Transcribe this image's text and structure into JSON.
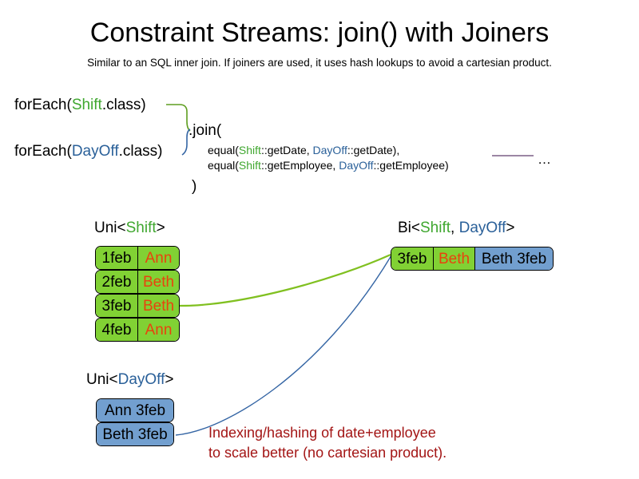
{
  "slide": {
    "title": "Constraint Streams: join() with Joiners",
    "subtitle": "Similar to an SQL inner join. If joiners are used, it uses hash lookups to avoid a cartesian product."
  },
  "code": {
    "foreach_shift": {
      "prefix": "forEach(",
      "type": "Shift",
      "suffix": ".class)"
    },
    "foreach_dayoff": {
      "prefix": "forEach(",
      "type": "DayOff",
      "suffix": ".class)"
    },
    "join_open": ".join(",
    "join_close": ")",
    "joiner_1": {
      "prefix": "equal(",
      "left_type": "Shift",
      "left_method": "::getDate, ",
      "right_type": "DayOff",
      "right_method": "::getDate),"
    },
    "joiner_2": {
      "prefix": "equal(",
      "left_type": "Shift",
      "left_method": "::getEmployee, ",
      "right_type": "DayOff",
      "right_method": "::getEmployee)"
    },
    "ellipsis": "…"
  },
  "streams": {
    "uni_shift": {
      "label_prefix": "Uni<",
      "label_type": "Shift",
      "label_suffix": ">",
      "rows": [
        {
          "date": "1feb",
          "employee": "Ann"
        },
        {
          "date": "2feb",
          "employee": "Beth"
        },
        {
          "date": "3feb",
          "employee": "Beth"
        },
        {
          "date": "4feb",
          "employee": "Ann"
        }
      ]
    },
    "uni_dayoff": {
      "label_prefix": "Uni<",
      "label_type": "DayOff",
      "label_suffix": ">",
      "rows": [
        {
          "text": "Ann 3feb"
        },
        {
          "text": "Beth 3feb"
        }
      ]
    },
    "bi": {
      "label_prefix": "Bi<",
      "label_type_1": "Shift",
      "label_separator": ", ",
      "label_type_2": "DayOff",
      "label_suffix": ">",
      "row": {
        "date": "3feb",
        "employee": "Beth",
        "dayoff": "Beth 3feb"
      }
    }
  },
  "annotation": {
    "line1": "Indexing/hashing of date+employee",
    "line2": "to scale better (no cartesian product)."
  },
  "colors": {
    "shift_green": "#3FA72F",
    "dayoff_blue": "#2A6099",
    "box_green": "#81D134",
    "box_blue": "#729FCF",
    "employee_orange": "#E8430E",
    "annotation_red": "#A31515",
    "ellipsis_line_purple": "#7B5E86"
  }
}
